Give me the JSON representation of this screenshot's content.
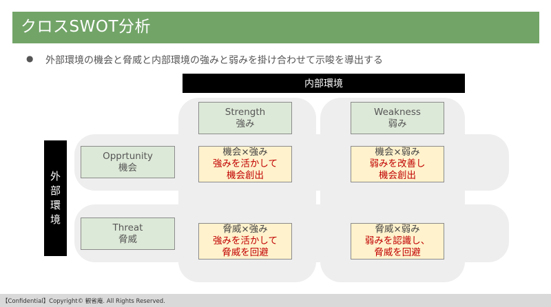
{
  "header": {
    "title": "クロスSWOT分析"
  },
  "bullet": {
    "text": "外部環境の機会と脅威と内部環境の強みと弱みを掛け合わせて示唆を導出する"
  },
  "internal_label": "内部環境",
  "external_label": [
    "外",
    "部",
    "環",
    "境"
  ],
  "columns": [
    {
      "line1": "Strength",
      "line2": "強み"
    },
    {
      "line1": "Weakness",
      "line2": "弱み"
    }
  ],
  "rows": [
    {
      "line1": "Opprtunity",
      "line2": "機会"
    },
    {
      "line1": "Threat",
      "line2": "脅威"
    }
  ],
  "cells": {
    "so": {
      "head": "機会×強み",
      "l1": "強みを活かして",
      "l2": "機会創出"
    },
    "wo": {
      "head": "機会×弱み",
      "l1": "弱みを改善し",
      "l2": "機会創出"
    },
    "st": {
      "head": "脅威×強み",
      "l1": "強みを活かして",
      "l2": "脅威を回避"
    },
    "wt": {
      "head": "脅威×弱み",
      "l1": "弱みを認識し、",
      "l2": "脅威を回避"
    }
  },
  "footer": {
    "text": "【Confidential】Copyright© 観省庵. All Rights Reserved."
  },
  "colors": {
    "title_bar": "#72a468",
    "green_box": "#dde9d8",
    "yellow_box": "#fff2cc",
    "highlight_text": "#c00000"
  }
}
